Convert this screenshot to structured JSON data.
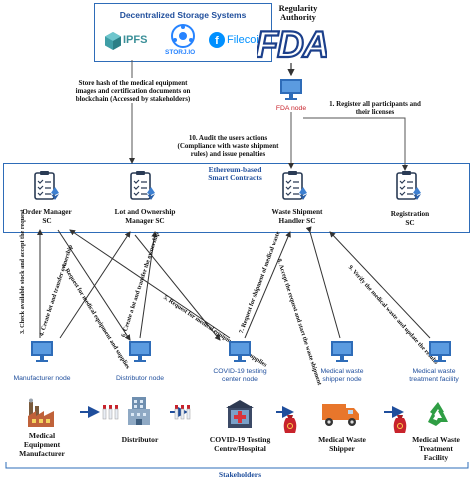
{
  "storage": {
    "title": "Decentralized Storage Systems",
    "logos": [
      "IPFS",
      "STORJ.IO",
      "Filecoin"
    ]
  },
  "regulator": {
    "title_line1": "Regularity",
    "title_line2": "Authority",
    "logo": "FDA",
    "node_label": "FDA node"
  },
  "notes": {
    "store_hash": [
      "Store hash of the medical equipment",
      "images and certification documents on",
      "blockchain (Accessed by stakeholders)"
    ],
    "register": [
      "1. Register all participants and",
      "their licenses"
    ],
    "audit": [
      "10. Audit the users actions",
      "(Compliance with waste shipment",
      "rules) and issue penalties"
    ]
  },
  "ethereum": {
    "label_line1": "Ethereum-based",
    "label_line2": "Smart Contracts",
    "contracts": [
      {
        "line1": "Order Manager",
        "line2": "SC"
      },
      {
        "line1": "Lot and Ownership",
        "line2": "Manager SC"
      },
      {
        "line1": "Waste Shipment",
        "line2": "Handler SC"
      },
      {
        "line1": "Registration",
        "line2": "SC"
      }
    ]
  },
  "steps": {
    "s3": "3. Check available stock and accept the request",
    "s4": "4. Create lot and transfer ownership",
    "s2": "2. Request for medical equipment and supplies",
    "s6": "6. Create a lot and transfer the ownership",
    "s5": "5. Request for medical equipment and supplies",
    "s7": "7. Request for shipment of medical waste",
    "s8": "8. Accept the request and start the waste shipment",
    "s9": "9. Verify the medical waste and update the results"
  },
  "nodes": [
    {
      "label_line1": "Manufacturer node",
      "label_line2": ""
    },
    {
      "label_line1": "Distributor node",
      "label_line2": ""
    },
    {
      "label_line1": "COVID-19 testing",
      "label_line2": "center node"
    },
    {
      "label_line1": "Medical waste",
      "label_line2": "shipper node"
    },
    {
      "label_line1": "Medical waste",
      "label_line2": "treatment facility"
    }
  ],
  "parties": [
    {
      "lines": [
        "Medical",
        "Equipment",
        "Manufacturer"
      ]
    },
    {
      "lines": [
        "Distributor"
      ]
    },
    {
      "lines": [
        "COVID-19 Testing",
        "Centre/Hospital"
      ]
    },
    {
      "lines": [
        "Medical Waste",
        "Shipper"
      ]
    },
    {
      "lines": [
        "Medical Waste",
        "Treatment",
        "Facility"
      ]
    }
  ],
  "stakeholders_label": "Stakeholders",
  "icons": [
    "ipfs-icon",
    "storj-icon",
    "filecoin-icon",
    "fda-logo",
    "monitor-icon",
    "contract-document-icon",
    "ethereum-icon",
    "factory-icon",
    "building-icon",
    "hospital-icon",
    "truck-icon",
    "recycle-icon",
    "test-tube-icon",
    "biohazard-bag-icon"
  ],
  "colors": {
    "accent_blue": "#2e6cb8",
    "fda_blue": "#1b3f8b",
    "node_text": "#1f4e9c",
    "red": "#c8232c",
    "gray_line": "#6b6b6b"
  }
}
